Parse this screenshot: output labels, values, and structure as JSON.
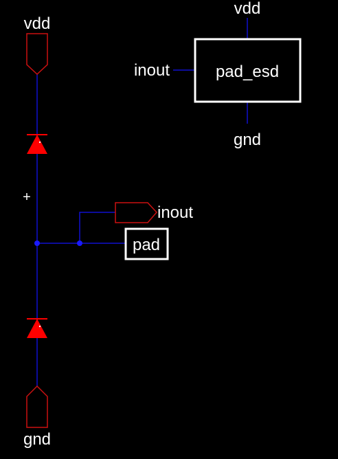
{
  "colors": {
    "background": "#000000",
    "wire": "#1010d0",
    "pin": "#cc1111",
    "diode": "#ff0000",
    "text": "#ffffff",
    "box": "#ffffff",
    "junction": "#1a1aff"
  },
  "symbol": {
    "name": "pad_esd",
    "top_pin": "vdd",
    "left_pin": "inout",
    "bottom_pin": "gnd"
  },
  "schematic": {
    "vdd_label": "vdd",
    "gnd_label": "gnd",
    "inout_label": "inout",
    "pad_label": "pad",
    "origin_marker": "+"
  }
}
